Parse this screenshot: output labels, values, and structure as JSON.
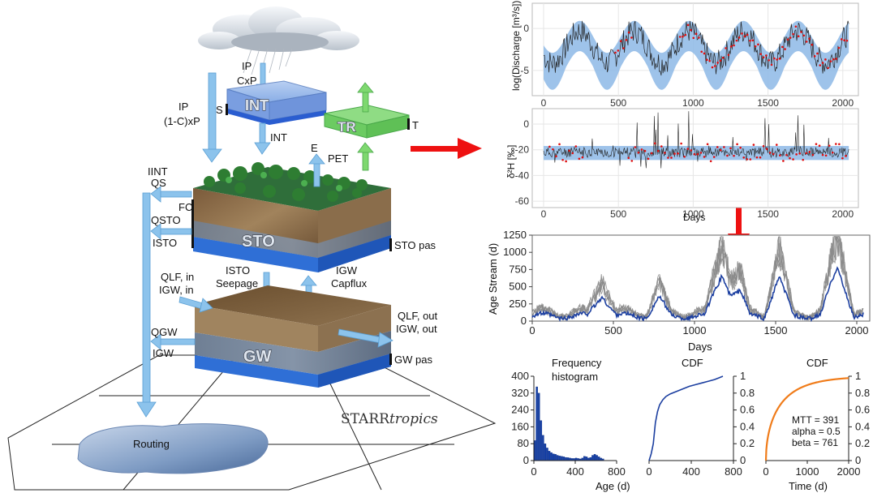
{
  "model": {
    "brand_main": "STARR",
    "brand_italic": "tropics",
    "boxes": {
      "interception": "INT",
      "transpiration": "TR",
      "storage": "STO",
      "groundwater": "GW"
    },
    "labels": {
      "ip_cxp_1": "IP",
      "ip_cxp_2": "CxP",
      "ip_1c_1": "IP",
      "ip_1c_2": "(1-C)xP",
      "s": "S",
      "int_flow": "INT",
      "t": "T",
      "e": "E",
      "pet": "PET",
      "iint": "IINT",
      "qs": "QS",
      "fc": "FC",
      "qsto": "QSTO",
      "isto": "ISTO",
      "sto_pas": "STO pas",
      "isto_seepage_1": "ISTO",
      "isto_seepage_2": "Seepage",
      "igw_capflux_1": "IGW",
      "igw_capflux_2": "Capflux",
      "qlf_in_1": "QLF, in",
      "qlf_in_2": "IGW, in",
      "qlf_out_1": "QLF, out",
      "qlf_out_2": "IGW, out",
      "qgw": "QGW",
      "igw": "IGW",
      "gw_pas": "GW pas",
      "routing": "Routing"
    },
    "colors": {
      "arrow_red": "#ee1111",
      "water_blue": "#2f6fd6",
      "tr_green": "#4cc24c",
      "arrow_light": "#8cc3ec"
    }
  },
  "chart_data": [
    {
      "type": "line",
      "id": "discharge",
      "ylabel": "log(Discharge [m³/s])",
      "x_ticks": [
        "0",
        "500",
        "1000",
        "1500",
        "2000"
      ],
      "y_ticks": [
        "0",
        "-5"
      ],
      "xlim": [
        0,
        2050
      ],
      "ylim": [
        -8,
        3
      ],
      "series": [
        {
          "role": "simulated (black)",
          "color": "#222222"
        },
        {
          "role": "uncertainty band",
          "color": "#6fa3dc"
        },
        {
          "role": "observed points",
          "color": "#e01010"
        }
      ]
    },
    {
      "type": "line",
      "id": "isotope",
      "ylabel": "δ²H [‰]",
      "xlabel": "Days",
      "x_ticks": [
        "0",
        "500",
        "1000",
        "1500",
        "2000"
      ],
      "y_ticks": [
        "0",
        "-20",
        "-40",
        "-60"
      ],
      "xlim": [
        0,
        2050
      ],
      "ylim": [
        -65,
        12
      ],
      "series": [
        {
          "role": "simulated (black)",
          "color": "#222222"
        },
        {
          "role": "uncertainty band",
          "color": "#6fa3dc"
        },
        {
          "role": "observed points",
          "color": "#e01010"
        }
      ]
    },
    {
      "type": "line",
      "id": "age",
      "ylabel": "Age Stream (d)",
      "xlabel": "Days",
      "x_ticks": [
        "0",
        "500",
        "1000",
        "1500",
        "2000"
      ],
      "y_ticks": [
        "0",
        "250",
        "500",
        "750",
        "1000",
        "1250"
      ],
      "xlim": [
        0,
        2080
      ],
      "ylim": [
        0,
        1250
      ],
      "series": [
        {
          "role": "ensemble (grey)",
          "color": "#808080"
        },
        {
          "role": "median (blue)",
          "color": "#1c3fa0"
        }
      ]
    },
    {
      "type": "bar",
      "id": "histogram",
      "title_1": "Frequency",
      "title_2": "histogram",
      "xlabel": "Age (d)",
      "x_ticks": [
        "0",
        "400",
        "800"
      ],
      "y_ticks": [
        "0",
        "80",
        "160",
        "240",
        "320",
        "400"
      ],
      "xlim": [
        0,
        800
      ],
      "ylim": [
        0,
        400
      ],
      "bin_width": 20,
      "values": [
        95,
        350,
        320,
        190,
        120,
        80,
        60,
        45,
        38,
        32,
        30,
        25,
        22,
        20,
        18,
        15,
        14,
        12,
        10,
        10,
        12,
        10,
        8,
        12,
        20,
        18,
        12,
        15,
        25,
        30,
        25,
        18,
        12,
        8
      ],
      "color": "#1540a8"
    },
    {
      "type": "line",
      "id": "cdf_age",
      "title": "CDF",
      "x_ticks": [
        "0",
        "400",
        "800"
      ],
      "y_ticks": [
        "0",
        "0.2",
        "0.4",
        "0.6",
        "0.8",
        "1"
      ],
      "xlim": [
        0,
        800
      ],
      "ylim": [
        0,
        1
      ],
      "x": [
        0,
        20,
        40,
        60,
        80,
        100,
        130,
        160,
        200,
        260,
        320,
        380,
        440,
        500,
        560,
        620,
        660,
        700
      ],
      "y": [
        0,
        0.08,
        0.2,
        0.45,
        0.58,
        0.66,
        0.72,
        0.76,
        0.79,
        0.82,
        0.85,
        0.88,
        0.9,
        0.92,
        0.94,
        0.96,
        0.98,
        1.0
      ],
      "color": "#1c3fa0"
    },
    {
      "type": "line",
      "id": "cdf_gamma",
      "title": "CDF",
      "xlabel": "Time (d)",
      "x_ticks": [
        "0",
        "1000",
        "2000"
      ],
      "y_ticks": [
        "0",
        "0.2",
        "0.4",
        "0.6",
        "0.8",
        "1"
      ],
      "xlim": [
        0,
        2000
      ],
      "ylim": [
        0,
        1
      ],
      "params": {
        "mtt": "MTT = 391",
        "alpha": "alpha = 0.5",
        "beta": "beta = 761"
      },
      "color": "#f07c1a"
    }
  ]
}
